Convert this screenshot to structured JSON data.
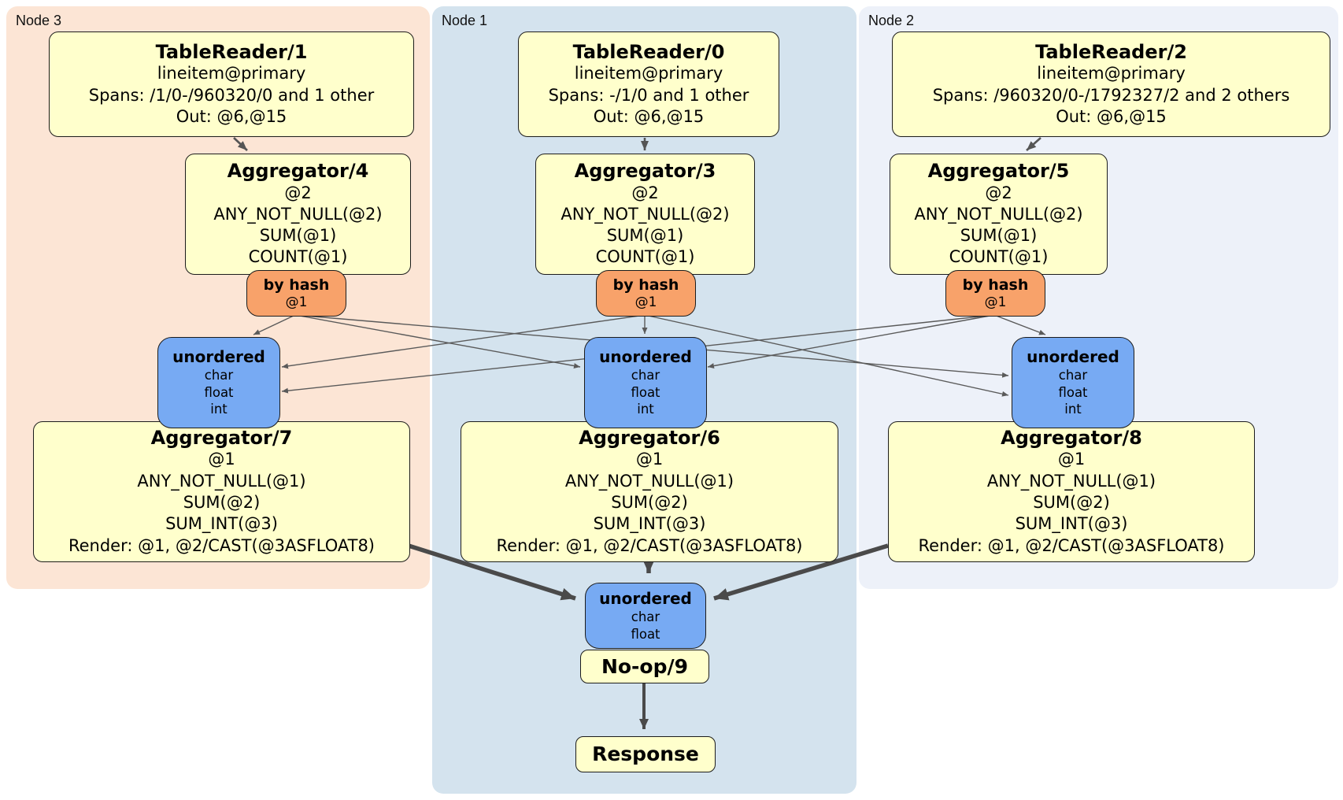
{
  "colors": {
    "node3_bg": "#fce5d5",
    "node1_bg": "#d4e3ee",
    "node2_bg": "#edf1f9",
    "processor_box": "#ffffcc",
    "router_box": "#f8a26a",
    "sync_box": "#77aaf3"
  },
  "node3": {
    "label": "Node 3",
    "tablereader": {
      "title": "TableReader/1",
      "lines": [
        "lineitem@primary",
        "Spans: /1/0-/960320/0 and 1 other",
        "Out: @6,@15"
      ]
    },
    "aggregator_first": {
      "title": "Aggregator/4",
      "lines": [
        "@2",
        "ANY_NOT_NULL(@2)",
        "SUM(@1)",
        "COUNT(@1)"
      ]
    },
    "router": {
      "title": "by hash",
      "detail": "@1"
    },
    "sync": {
      "title": "unordered",
      "lines": [
        "char",
        "float",
        "int"
      ]
    },
    "aggregator_final": {
      "title": "Aggregator/7",
      "lines": [
        "@1",
        "ANY_NOT_NULL(@1)",
        "SUM(@2)",
        "SUM_INT(@3)",
        "Render: @1, @2/CAST(@3ASFLOAT8)"
      ]
    }
  },
  "node1": {
    "label": "Node 1",
    "tablereader": {
      "title": "TableReader/0",
      "lines": [
        "lineitem@primary",
        "Spans: -/1/0 and 1 other",
        "Out: @6,@15"
      ]
    },
    "aggregator_first": {
      "title": "Aggregator/3",
      "lines": [
        "@2",
        "ANY_NOT_NULL(@2)",
        "SUM(@1)",
        "COUNT(@1)"
      ]
    },
    "router": {
      "title": "by hash",
      "detail": "@1"
    },
    "sync": {
      "title": "unordered",
      "lines": [
        "char",
        "float",
        "int"
      ]
    },
    "aggregator_final": {
      "title": "Aggregator/6",
      "lines": [
        "@1",
        "ANY_NOT_NULL(@1)",
        "SUM(@2)",
        "SUM_INT(@3)",
        "Render: @1, @2/CAST(@3ASFLOAT8)"
      ]
    },
    "final_sync": {
      "title": "unordered",
      "lines": [
        "char",
        "float"
      ]
    },
    "noop": {
      "title": "No-op/9"
    },
    "response": {
      "title": "Response"
    }
  },
  "node2": {
    "label": "Node 2",
    "tablereader": {
      "title": "TableReader/2",
      "lines": [
        "lineitem@primary",
        "Spans: /960320/0-/1792327/2 and 2 others",
        "Out: @6,@15"
      ]
    },
    "aggregator_first": {
      "title": "Aggregator/5",
      "lines": [
        "@2",
        "ANY_NOT_NULL(@2)",
        "SUM(@1)",
        "COUNT(@1)"
      ]
    },
    "router": {
      "title": "by hash",
      "detail": "@1"
    },
    "sync": {
      "title": "unordered",
      "lines": [
        "char",
        "float",
        "int"
      ]
    },
    "aggregator_final": {
      "title": "Aggregator/8",
      "lines": [
        "@1",
        "ANY_NOT_NULL(@1)",
        "SUM(@2)",
        "SUM_INT(@3)",
        "Render: @1, @2/CAST(@3ASFLOAT8)"
      ]
    }
  }
}
